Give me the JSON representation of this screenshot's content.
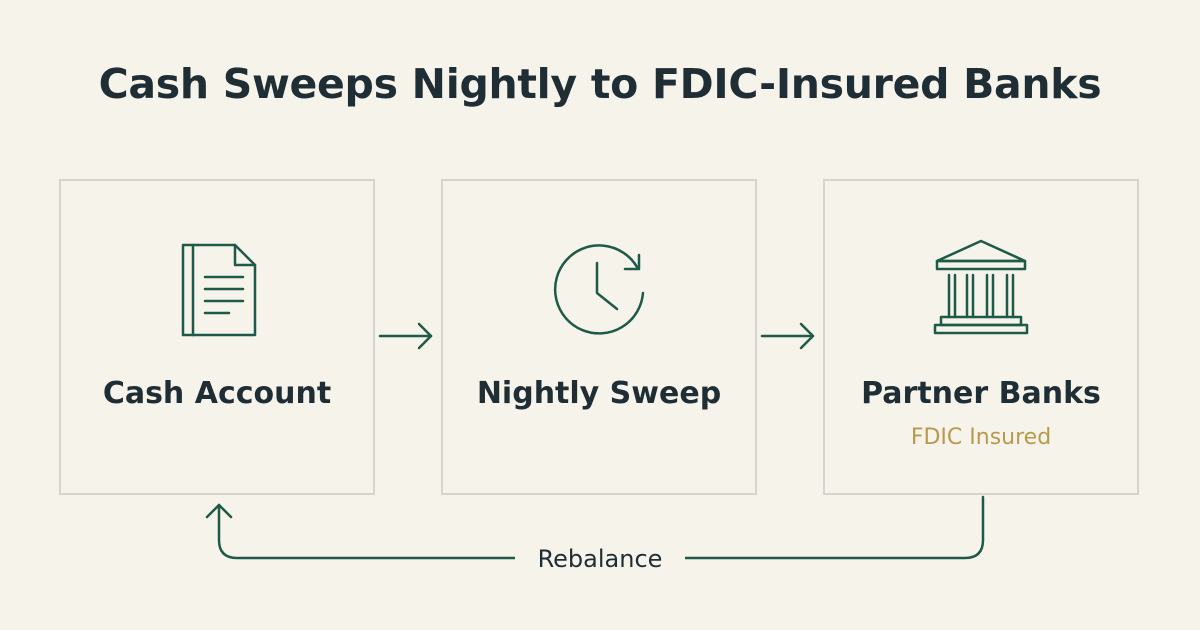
{
  "title": "Cash Sweeps Nightly to FDIC-Insured Banks",
  "nodes": [
    {
      "label": "Cash Account",
      "icon": "document-icon"
    },
    {
      "label": "Nightly Sweep",
      "icon": "clock-refresh-icon"
    },
    {
      "label": "Partner Banks",
      "sublabel": "FDIC Insured",
      "icon": "bank-icon"
    }
  ],
  "loop": {
    "label": "Rebalance"
  },
  "colors": {
    "background": "#f6f3eb",
    "accent": "#1e5a48",
    "text": "#1f2d35",
    "highlight": "#b99a4d",
    "border": "#d4d5d1"
  }
}
